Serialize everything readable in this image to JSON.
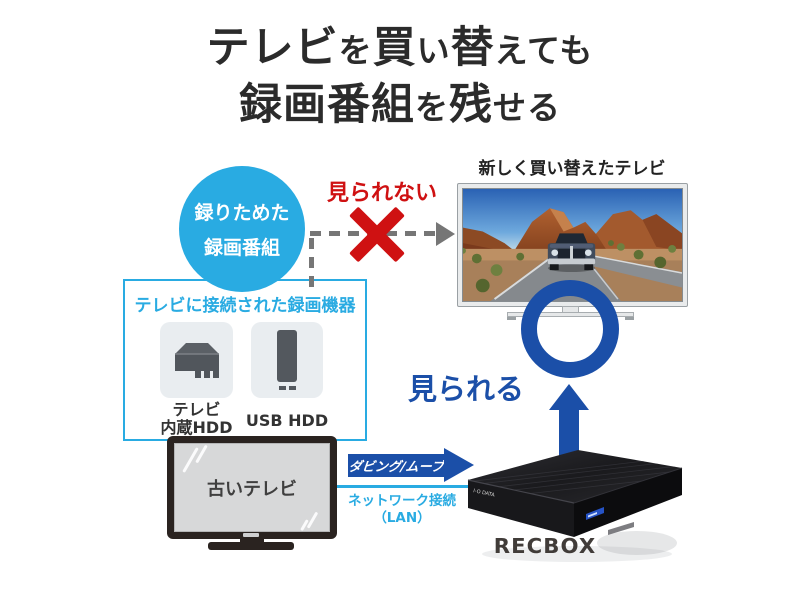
{
  "title": {
    "plain": "テレビを買い替えても 録画番組を残せる",
    "lines": [
      [
        {
          "t": "テレビ",
          "s": "lg"
        },
        {
          "t": "を",
          "s": "sm"
        },
        {
          "t": "買",
          "s": "lg"
        },
        {
          "t": "い",
          "s": "sm"
        },
        {
          "t": "替",
          "s": "lg"
        },
        {
          "t": "えても",
          "s": "sm"
        }
      ],
      [
        {
          "t": "録画番組",
          "s": "lg"
        },
        {
          "t": "を",
          "s": "sm"
        },
        {
          "t": "残",
          "s": "lg"
        },
        {
          "t": "せる",
          "s": "sm"
        }
      ]
    ]
  },
  "bubble": {
    "line1": "録りためた",
    "line2": "録画番組"
  },
  "status": {
    "cannot_watch": "見られない",
    "can_watch": "見られる"
  },
  "new_tv": {
    "label": "新しく買い替えたテレビ"
  },
  "old_tv": {
    "label": "古いテレビ"
  },
  "recorder_box": {
    "title": "テレビに接続された録画機器",
    "devices": [
      {
        "icon": "internal-hdd-icon",
        "label_line1": "テレビ",
        "label_line2": "内蔵HDD"
      },
      {
        "icon": "usb-hdd-icon",
        "label_line1": "USB HDD",
        "label_line2": ""
      }
    ]
  },
  "transfer": {
    "arrow_label": "ダビング/ムーブ",
    "network_line1": "ネットワーク接続",
    "network_line2": "（LAN）"
  },
  "device": {
    "wordmark": "RECBOX",
    "brand": "I-O DATA"
  },
  "icons": {
    "blocked": "x-icon",
    "allowed": "circle-ok-icon",
    "blocked_path": "dashed-arrow-right-icon",
    "transfer_flow": "arrow-right-icon",
    "playback_flow": "arrow-up-icon"
  },
  "colors": {
    "light_blue": "#29abe2",
    "navy": "#1b4fa8",
    "red": "#cf1112",
    "title_color": "#2b2b2b",
    "dash_gray": "#767676"
  }
}
